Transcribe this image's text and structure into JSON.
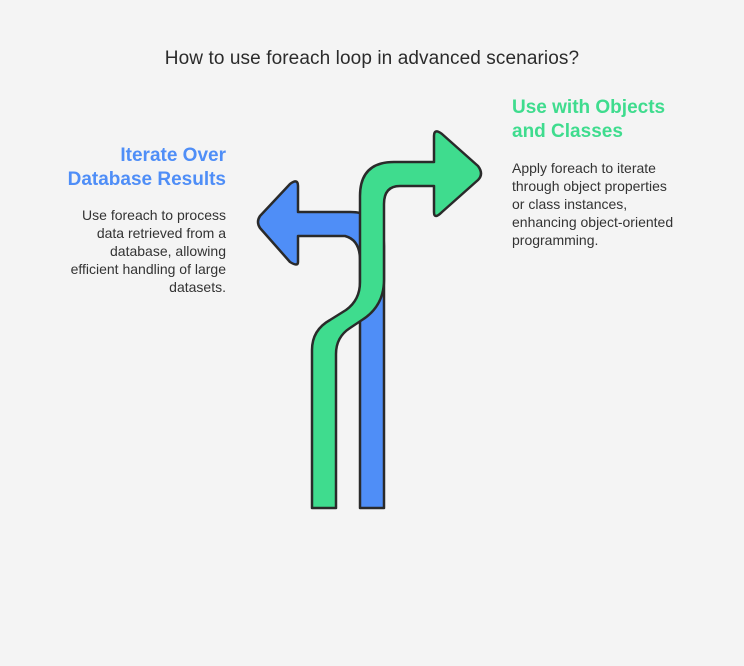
{
  "title": "How to use foreach loop in advanced scenarios?",
  "colors": {
    "background": "#f4f4f4",
    "blue": "#4f8ef7",
    "green": "#3fdc8e",
    "outline": "#2a2a2a"
  },
  "left_branch": {
    "heading": [
      "Iterate Over",
      "Database Results"
    ],
    "description": [
      "Use foreach to process",
      "data retrieved from a",
      "database, allowing",
      "efficient handling of large",
      "datasets."
    ],
    "color": "#4f8ef7",
    "arrow_direction": "left"
  },
  "right_branch": {
    "heading": [
      "Use with Objects",
      "and Classes"
    ],
    "description": [
      "Apply foreach to iterate",
      "through object properties",
      "or class instances,",
      "enhancing object-oriented",
      "programming."
    ],
    "color": "#3fdc8e",
    "arrow_direction": "right"
  }
}
